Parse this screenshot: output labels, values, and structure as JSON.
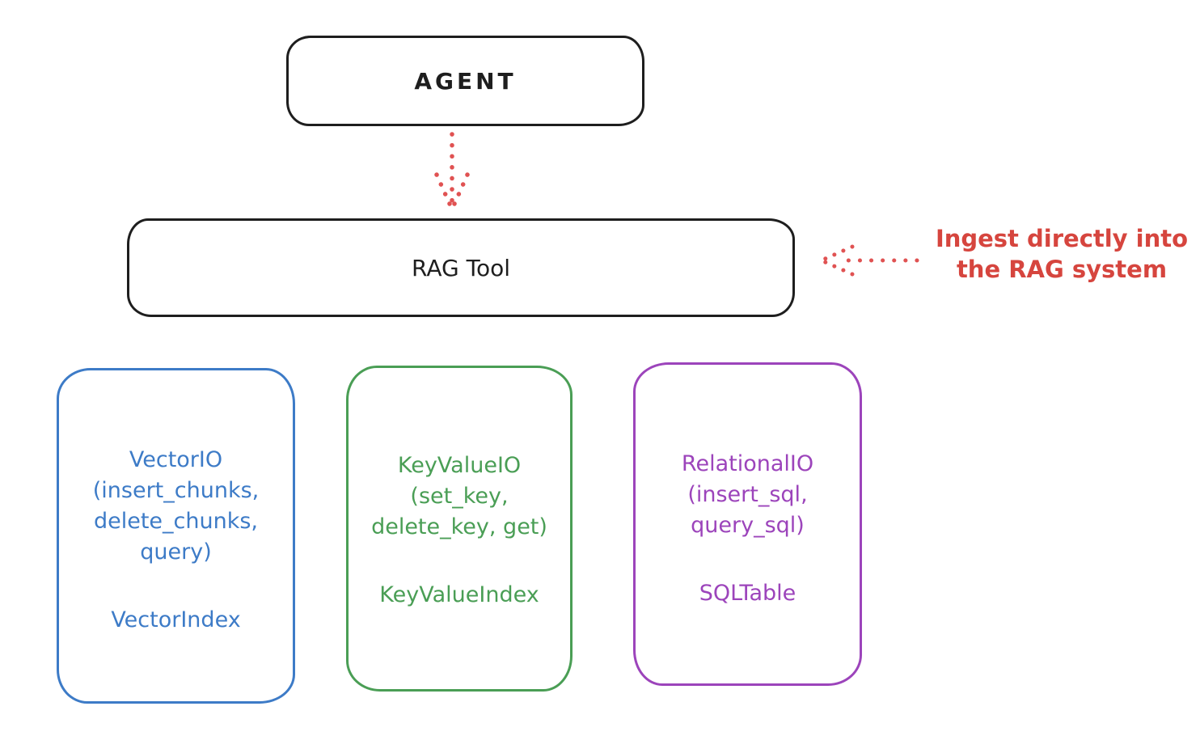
{
  "diagram": {
    "agent_box": {
      "label": "AGENT"
    },
    "rag_tool_box": {
      "label": "RAG Tool"
    },
    "annotation": {
      "line1": "Ingest directly into",
      "line2": "the RAG system",
      "color": "#d6453e"
    },
    "io_cards": [
      {
        "title": "VectorIO",
        "methods": [
          "(insert_chunks,",
          "delete_chunks,",
          "query)"
        ],
        "backing_class": "VectorIndex",
        "color": "#3d7bc7"
      },
      {
        "title": "KeyValueIO",
        "methods": [
          "(set_key,",
          "delete_key, get)"
        ],
        "backing_class": "KeyValueIndex",
        "color": "#4a9e55"
      },
      {
        "title": "RelationalIO",
        "methods": [
          "(insert_sql,",
          "query_sql)"
        ],
        "backing_class": "SQLTable",
        "color": "#9c44bb"
      }
    ],
    "colors": {
      "stroke": "#1e1e1e",
      "arrow_red": "#e05252"
    }
  }
}
